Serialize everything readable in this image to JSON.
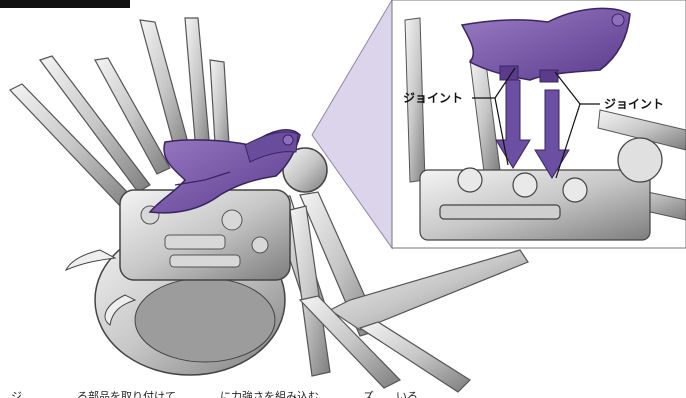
{
  "callout": {
    "left_label": "ジョイント",
    "right_label": "ジョイント"
  },
  "colors": {
    "part_purple": "#7a5aa8",
    "part_purple_dark": "#4a2f78",
    "arrow_purple": "#6b4fa2",
    "frame_gray": "#a6a6a6",
    "bone_light": "#e6e6e6",
    "bone_mid": "#b9b9b9",
    "bone_dark": "#6c6c6c",
    "callout_fill": "#dcd4ea"
  },
  "footer": {
    "text": "…ジ……………る部品を取り付けて…………に力強さを組み込む…………ズ……いる………"
  }
}
